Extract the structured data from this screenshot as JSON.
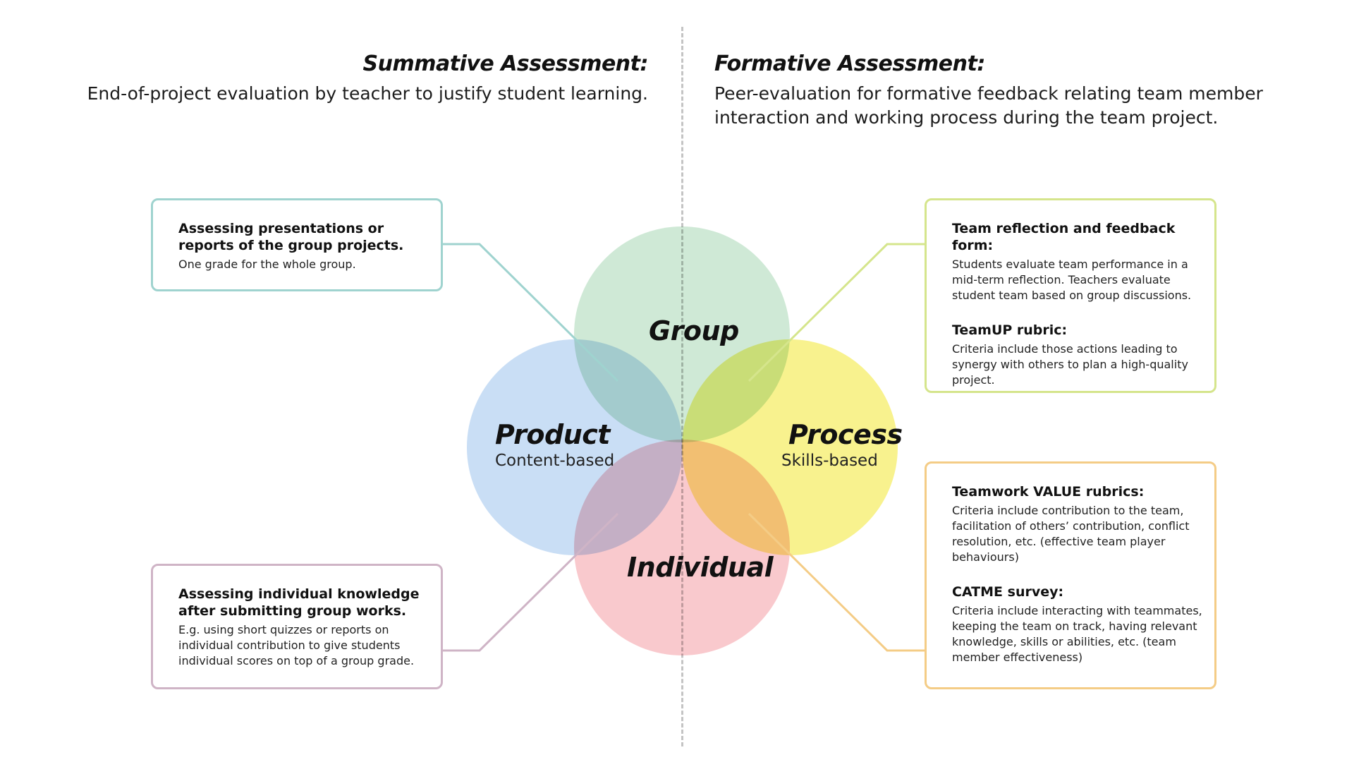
{
  "summative": {
    "heading": "Summative Assessment:",
    "description": "End-of-project evaluation by teacher to justify student learning."
  },
  "formative": {
    "heading": "Formative Assessment:",
    "description": "Peer-evaluation for formative feedback relating team member interaction and working process during the team project."
  },
  "venn": {
    "group": {
      "label": "Group",
      "color": "#cfe9d6"
    },
    "product": {
      "label": "Product",
      "sublabel": "Content-based",
      "color": "#c9def5"
    },
    "process": {
      "label": "Process",
      "sublabel": "Skills-based",
      "color": "#f8f28e"
    },
    "individual": {
      "label": "Individual",
      "color": "#f9c9cd"
    }
  },
  "boxes": {
    "group": {
      "title": "Assessing presentations or reports of the group projects.",
      "body": "One grade for the whole group.",
      "color": "#9fd3cf"
    },
    "individual": {
      "title": "Assessing individual knowledge after submitting group works.",
      "body": "E.g. using short quizzes or reports on individual contribution to give students individual scores on top of a group grade.",
      "color": "#cfb4c6"
    },
    "team": {
      "title1": "Team reflection and feedback form:",
      "body1": "Students evaluate team performance in a mid-term reflection. Teachers evaluate student team based on group discussions.",
      "title2": "TeamUP rubric:",
      "body2": "Criteria include those actions leading to synergy with others to plan a high-quality project.",
      "color": "#d5e58c"
    },
    "value": {
      "title1": "Teamwork VALUE rubrics:",
      "body1": "Criteria include contribution to the team, facilitation of others’ contribution, conflict resolution, etc. (effective team player behaviours)",
      "title2": "CATME survey:",
      "body2": "Criteria include interacting with teammates, keeping the team on track, having relevant knowledge, skills or abilities, etc. (team member effectiveness)",
      "color": "#f4cc86"
    }
  }
}
